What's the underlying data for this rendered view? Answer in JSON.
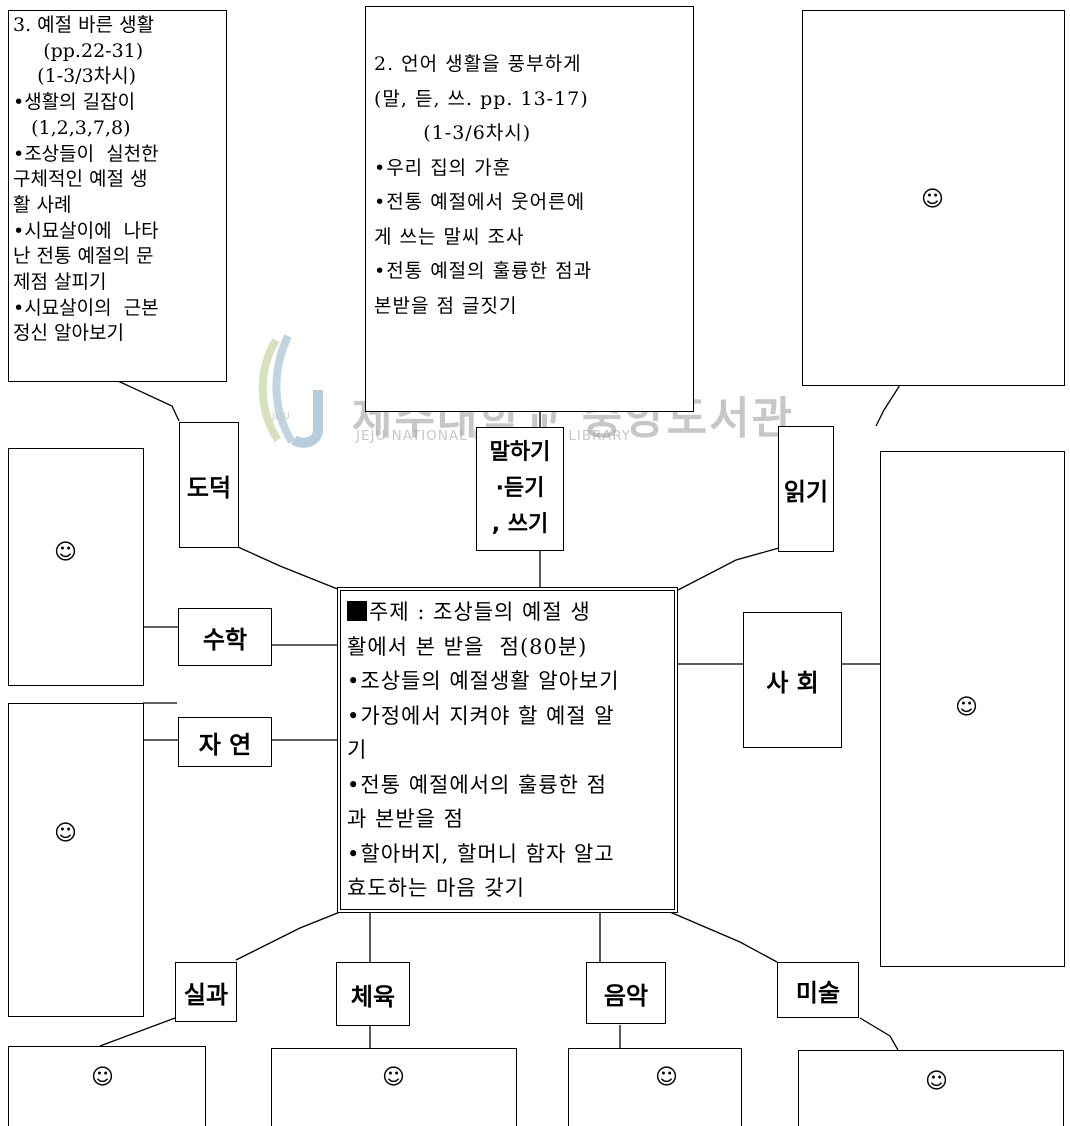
{
  "watermark": {
    "title": "제주대학교 중앙도서관",
    "subtitle": "JEJU NATIONAL UNIVERSITY LIBRARY",
    "logo_text": "JEJU"
  },
  "center": {
    "lines": [
      "주제 : 조상들의 예절 생",
      "활에서 본 받을  점(80분)",
      "•조상들의 예절생활 알아보기",
      "•가정에서 지켜야 할 예절 알",
      "기",
      "•전통 예절에서의 훌륭한 점",
      "과 본받을 점",
      "•할아버지, 할머니 함자 알고",
      "효도하는 마음 갖기"
    ]
  },
  "moral_box": {
    "lines": [
      "3. 예절 바른 생활",
      "     (pp.22-31)",
      "    (1-3/3차시)",
      "•생활의 길잡이",
      "   (1,2,3,7,8)",
      "•조상들이  실천한",
      "구체적인 예절 생",
      "활 사례",
      "•시묘살이에  나타",
      "난 전통 예절의 문",
      "제점 살피기",
      "•시묘살이의  근본",
      "정신 알아보기"
    ]
  },
  "language_box": {
    "lines": [
      "2. 언어 생활을 풍부하게",
      "(말, 듣, 쓰. pp. 13-17)",
      "       (1-3/6차시)",
      "•우리 집의 가훈",
      "•전통 예절에서 웃어른에",
      "게 쓰는 말씨 조사",
      "•전통 예절의 훌륭한 점과",
      "본받을 점 글짓기"
    ]
  },
  "labels": {
    "moral": "도덕",
    "speaking_1": "말하기",
    "speaking_2": "·듣기",
    "speaking_3": ", 쓰기",
    "reading": "읽기",
    "math": "수학",
    "science": "자 연",
    "social": "사 회",
    "practical": "실과",
    "pe": "체육",
    "music": "음악",
    "art": "미술"
  },
  "smiley": "☺"
}
